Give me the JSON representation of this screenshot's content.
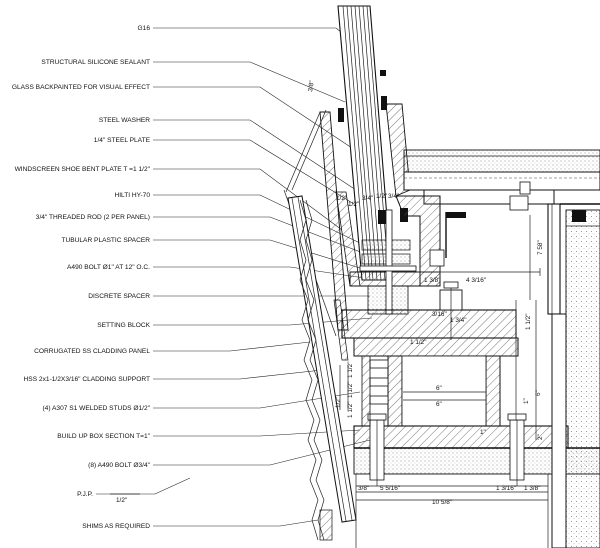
{
  "labels": [
    "G16",
    "STRUCTURAL SILICONE SEALANT",
    "GLASS BACKPAINTED FOR VISUAL EFFECT",
    "STEEL WASHER",
    "1/4\" STEEL PLATE",
    "WINDSCREEN SHOE BENT PLATE T =1 1/2\"",
    "HILTI HY-70",
    "3/4\" THREADED ROD (2 PER PANEL)",
    "TUBULAR PLASTIC SPACER",
    "A490 BOLT Ø1\" AT 12\" O.C.",
    "DISCRETE SPACER",
    "SETTING BLOCK",
    "CORRUGATED SS CLADDING PANEL",
    "HSS 2x1-1/2X3/16\" CLADDING SUPPORT",
    "(4) A307 S1 WELDED STUDS   Ø1/2\"",
    "BUILD UP BOX SECTION T=1\"",
    "(8) A490 BOLT      Ø3/4\"",
    "P.J.P.",
    "SHIMS AS REQUIRED"
  ],
  "dimensions": {
    "d_3_8_top": "3/8\"",
    "d_1_2_weld": "1/2\"",
    "d_1_2_a": "1/2\"",
    "d_3_4_a": "3/4\"",
    "d_1_2_b": "1/2\"",
    "d_3_4_b": "3/4\"",
    "d_1_3_8": "1 3/8\"",
    "d_4_3_16": "4 3/16\"",
    "d_7_58": "7 58\"",
    "d_3_16": "3/16\"",
    "d_1_3_4": "1 3/4\"",
    "d_1_1_2_v": "1 1/2\"",
    "d_1_1_2_h": "1 1/2\"",
    "d_6_a": "6\"",
    "d_6_b": "6\"",
    "d_6_c": "6\"",
    "d_1_v": "1\"",
    "d_1_h": "1\"",
    "d_2_v": "2\"",
    "d_1_1_2_c": "1 1/2\"",
    "d_1_1_2_d": "1 1/2\"",
    "d_1_1_2_e": "1 1/2\"",
    "d_1_2_c": "1/2\"",
    "d_3_8_bottom": "3/8\"",
    "d_5_16": "5 5/16\"",
    "d_1_3_16": "1 3/16\"",
    "d_1_3_8_b": "1 3/8\"",
    "d_10_5_8": "10 5/8\"",
    "d_pjp_half": "1/2\""
  },
  "colors": {
    "line": "#111111",
    "hatch": "#555555",
    "background": "#ffffff"
  }
}
